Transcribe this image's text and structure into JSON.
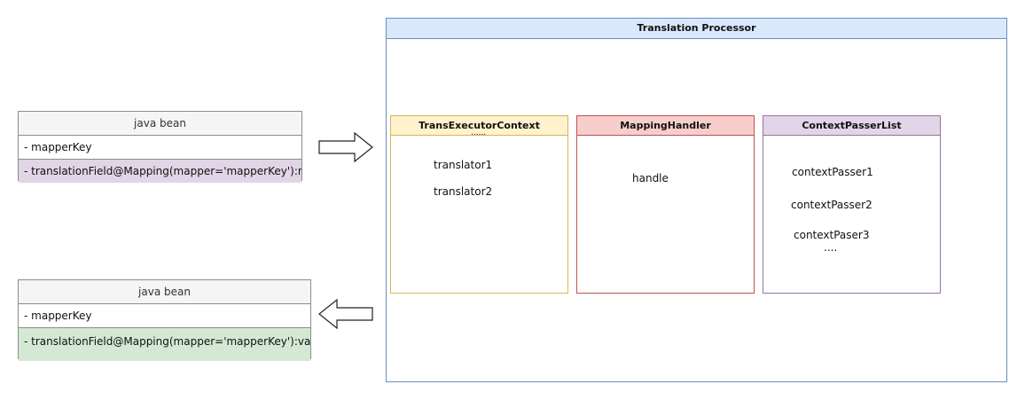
{
  "top_bean": {
    "header": "java bean",
    "field_key": "- mapperKey",
    "field_translation": "- translationField@Mapping(mapper='mapperKey'):null",
    "translation_fill": "#e1d5e7"
  },
  "bottom_bean": {
    "header": "java bean",
    "field_key": "- mapperKey",
    "field_translation": "- translationField@Mapping(mapper='mapperKey'):value",
    "translation_fill": "#d5e8d4"
  },
  "processor": {
    "title": "Translation Processor",
    "panels": {
      "trans_executor_context": {
        "title": "TransExecutorContext",
        "subtitle": "......",
        "items": [
          "translator1",
          "translator2"
        ],
        "header_fill": "#fff2cc",
        "border": "#d6b656"
      },
      "mapping_handler": {
        "title": "MappingHandler",
        "items": [
          "handle"
        ],
        "header_fill": "#f8cecc",
        "border": "#b85450"
      },
      "context_passer_list": {
        "title": "ContextPasserList",
        "items": [
          "contextPasser1",
          "contextPasser2",
          "contextPaser3"
        ],
        "ellipsis": "....",
        "header_fill": "#e1d5e7",
        "border": "#9673a6"
      }
    }
  },
  "arrows": {
    "forward": "right-arrow-icon",
    "back": "left-arrow-icon"
  }
}
